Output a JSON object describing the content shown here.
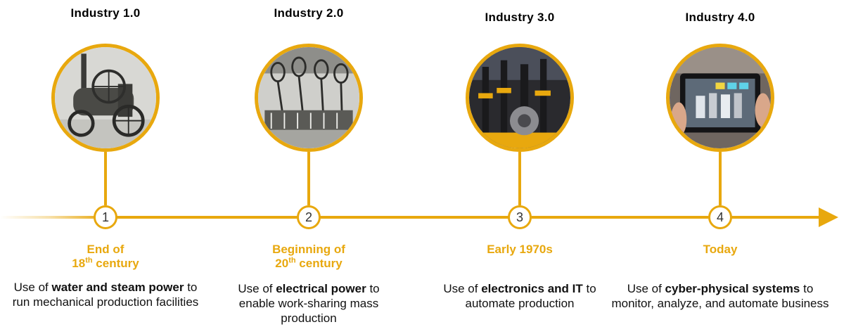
{
  "colors": {
    "accent": "#E8A80E",
    "text": "#111111",
    "marker_text": "#333333"
  },
  "stages": [
    {
      "title": "Industry 1.0",
      "number": "1",
      "era_line1": "End of",
      "era_line2_num": "18",
      "era_line2_sup": "th",
      "era_line2_rest": " century",
      "desc": [
        {
          "plain": "Use of "
        },
        {
          "bold": "water and steam power"
        },
        {
          "plain": " to run mechanical production facilities"
        }
      ],
      "image_icon": "steam-engine-photo"
    },
    {
      "title": "Industry 2.0",
      "number": "2",
      "era_line1": "Beginning of",
      "era_line2_num": "20",
      "era_line2_sup": "th",
      "era_line2_rest": " century",
      "desc": [
        {
          "plain": "Use of "
        },
        {
          "bold": "electrical power"
        },
        {
          "plain": " to enable work-sharing mass production"
        }
      ],
      "image_icon": "assembly-line-photo"
    },
    {
      "title": "Industry 3.0",
      "number": "3",
      "era_line1": "Early 1970s",
      "desc": [
        {
          "plain": "Use of "
        },
        {
          "bold": "electronics and IT"
        },
        {
          "plain": " to automate production"
        }
      ],
      "image_icon": "automated-factory-photo"
    },
    {
      "title": "Industry 4.0",
      "number": "4",
      "era_line1": "Today",
      "desc": [
        {
          "plain": "Use of "
        },
        {
          "bold": "cyber-physical systems"
        },
        {
          "plain": " to monitor, analyze, and automate business"
        }
      ],
      "image_icon": "tablet-photo"
    }
  ]
}
